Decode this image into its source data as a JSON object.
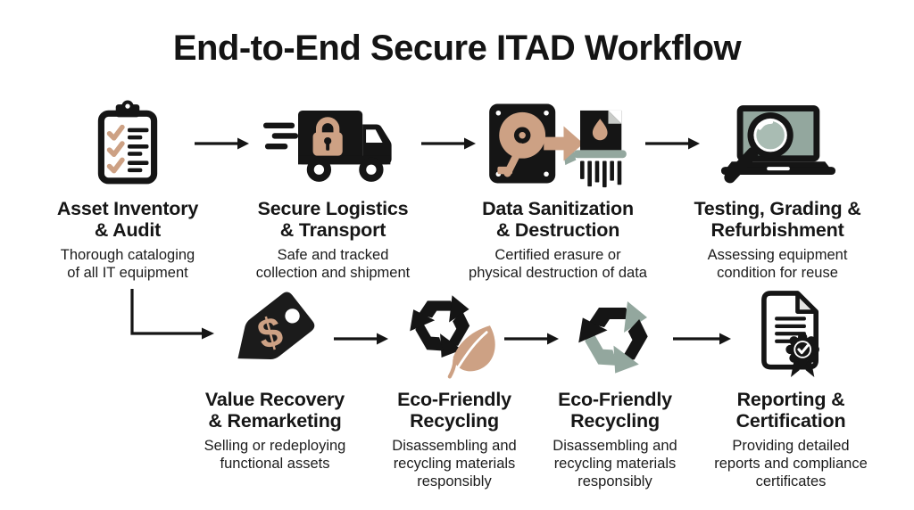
{
  "title": "End-to-End Secure ITAD Workflow",
  "colors": {
    "ink": "#151515",
    "tan": "#cda184",
    "sage": "#93a79e",
    "background": "#ffffff"
  },
  "steps": [
    {
      "id": 1,
      "icon": "clipboard-checklist-icon",
      "title": "Asset Inventory\n& Audit",
      "description": "Thorough cataloging\nof all IT equipment"
    },
    {
      "id": 2,
      "icon": "secure-truck-icon",
      "title": "Secure Logistics\n& Transport",
      "description": "Safe and tracked\ncollection and shipment"
    },
    {
      "id": 3,
      "icon": "hdd-shredder-icon",
      "title": "Data Sanitization\n& Destruction",
      "description": "Certified erasure or\nphysical destruction of data"
    },
    {
      "id": 4,
      "icon": "laptop-magnifier-icon",
      "title": "Testing, Grading &\nRefurbishment",
      "description": "Assessing equipment\ncondition for reuse"
    },
    {
      "id": 5,
      "icon": "price-tag-icon",
      "title": "Value Recovery\n& Remarketing",
      "description": "Selling or redeploying\nfunctional assets"
    },
    {
      "id": 6,
      "icon": "recycle-leaf-icon",
      "title": "Eco-Friendly\nRecycling",
      "description": "Disassembling and\nrecycling materials\nresponsibly"
    },
    {
      "id": 7,
      "icon": "recycle-arrows-icon",
      "title": "Eco-Friendly\nRecycling",
      "description": "Disassembling and\nrecycling materials\nresponsibly"
    },
    {
      "id": 8,
      "icon": "certificate-document-icon",
      "title": "Reporting &\nCertification",
      "description": "Providing detailed\nreports and compliance\ncertificates"
    }
  ]
}
